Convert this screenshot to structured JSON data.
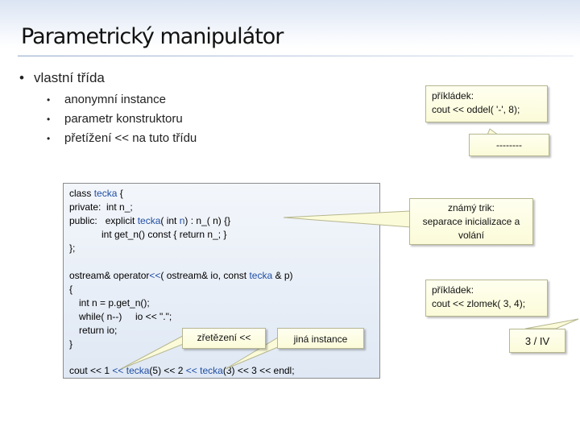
{
  "title": "Parametrický manipulátor",
  "bullet": "vlastní třída",
  "sub_bullets": [
    "anonymní instance",
    "parametr konstruktoru",
    "přetížení << na tuto třídu"
  ],
  "code": {
    "l1_a": "class ",
    "l1_b": "tecka",
    "l1_c": " {",
    "l2": "private:  int n_;",
    "l3_a": "public:   explicit ",
    "l3_b": "tecka",
    "l3_c": "( int ",
    "l3_d": "n",
    "l3_e": ") : n_( n) {}",
    "l4": "int get_n() const { return n_; }",
    "l5": "};",
    "l6_a": "ostream& operator",
    "l6_b": "<<",
    "l6_c": "( ostream& io, const ",
    "l6_d": "tecka",
    "l6_e": " & p)",
    "l7": "{",
    "l8": "int n = p.get_n();",
    "l9": "while( n--)     io << \".\";",
    "l10": "return io;",
    "l11": "}",
    "l12_a": "cout << 1 ",
    "l12_b": "<<",
    "l12_c": " ",
    "l12_d": "tecka",
    "l12_e": "(5) << 2 ",
    "l12_f": "<<",
    "l12_g": " ",
    "l12_h": "tecka",
    "l12_i": "(3) << 3 << endl;"
  },
  "callouts": {
    "example1_l1": "příkládek:",
    "example1_l2": "cout << oddel( '-', 8);",
    "dashes": "--------",
    "trick_l1": "známý trik:",
    "trick_l2": "separace inicializace a",
    "trick_l3": "volání",
    "example2_l1": "příkládek:",
    "example2_l2": "cout << zlomek( 3, 4);",
    "chaining": "zřetězení <<",
    "other_instance": "jiná instance",
    "page_number": "3 / IV"
  },
  "colors": {
    "keyword": "#1f4ea3",
    "note_bg": "#fbfbd9",
    "code_bg": "#e6edf6"
  }
}
